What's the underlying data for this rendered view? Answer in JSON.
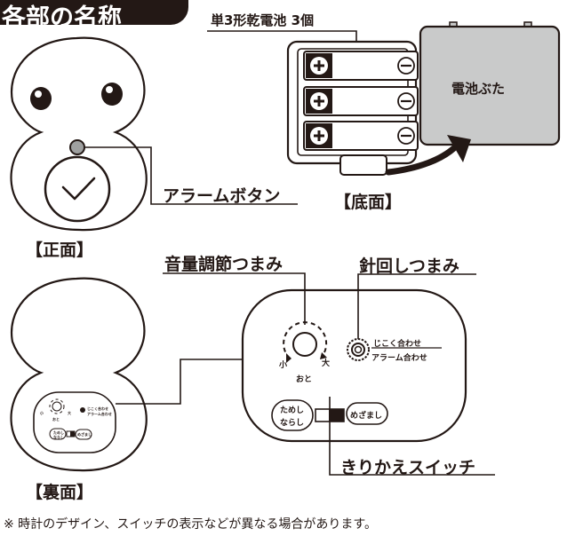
{
  "header": {
    "title": "各部の名称"
  },
  "front": {
    "caption": "【正面】",
    "alarm_button_label": "アラームボタン"
  },
  "bottom": {
    "caption": "【底面】",
    "battery_label": "単3形乾電池  3個",
    "cover_label": "電池ぶた"
  },
  "back": {
    "caption": "【裏面】",
    "volume_knob_label": "音量調節つまみ",
    "hands_knob_label": "針回しつまみ",
    "switch_label": "きりかえスイッチ",
    "panel": {
      "small": "小",
      "large": "大",
      "sound": "おと",
      "time_set": "じこく合わせ",
      "alarm_set": "アラーム合わせ",
      "trial_line1": "ためし",
      "trial_line2": "ならし",
      "wake": "めざまし"
    }
  },
  "footnote": "※ 時計のデザイン、スイッチの表示などが異なる場合があります。"
}
